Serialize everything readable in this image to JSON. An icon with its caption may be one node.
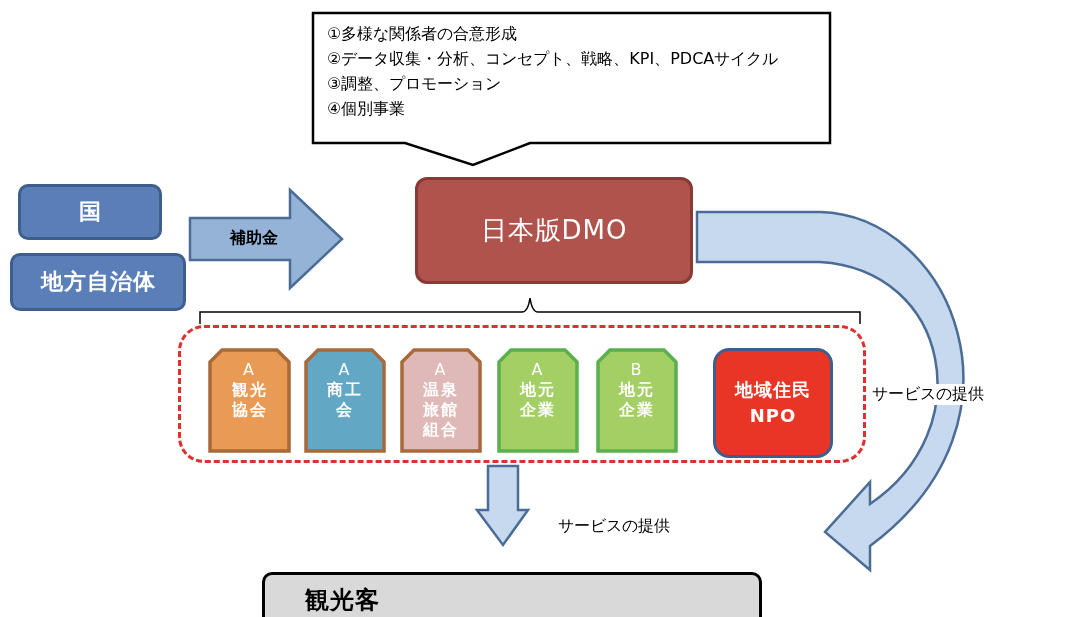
{
  "diagram": {
    "nodes": [
      {
        "text": [
          "①多様な関係者の合意形成",
          "②データ収集・分析、コンセプト、戦略、KPI、PDCAサイクル",
          "③調整、プロモーション",
          "④個別事業"
        ]
      },
      {
        "text": [
          "国"
        ]
      },
      {
        "text": [
          "地方自治体"
        ]
      },
      {
        "text": [
          "日本版DMO"
        ]
      },
      {
        "text": [],
        "shape": "box"
      },
      {
        "text": [
          "A",
          "観光協会"
        ],
        "in": 4
      },
      {
        "text": [
          "A",
          "商工会"
        ],
        "in": 4
      },
      {
        "text": [
          "A",
          "温泉旅館組合"
        ],
        "in": 4
      },
      {
        "text": [
          "A",
          "地元企業"
        ],
        "in": 4
      },
      {
        "text": [
          "B",
          "地元企業"
        ],
        "in": 4
      },
      {
        "text": [
          "地域住民 NPO"
        ],
        "in": 4
      },
      {
        "text": [
          "観光客"
        ]
      }
    ],
    "edges": [
      {
        "from": 1,
        "to": 3,
        "arrow": "to",
        "style": "thick",
        "label": "補助金"
      },
      {
        "from": 2,
        "to": 3,
        "arrow": "to",
        "style": "thick"
      },
      {
        "from": 4,
        "to": 11,
        "arrow": "to",
        "style": "thick",
        "label": "サービスの提供"
      },
      {
        "from": 3,
        "to": 11,
        "arrow": "to",
        "style": "thick",
        "label": "サービスの提供"
      }
    ]
  }
}
